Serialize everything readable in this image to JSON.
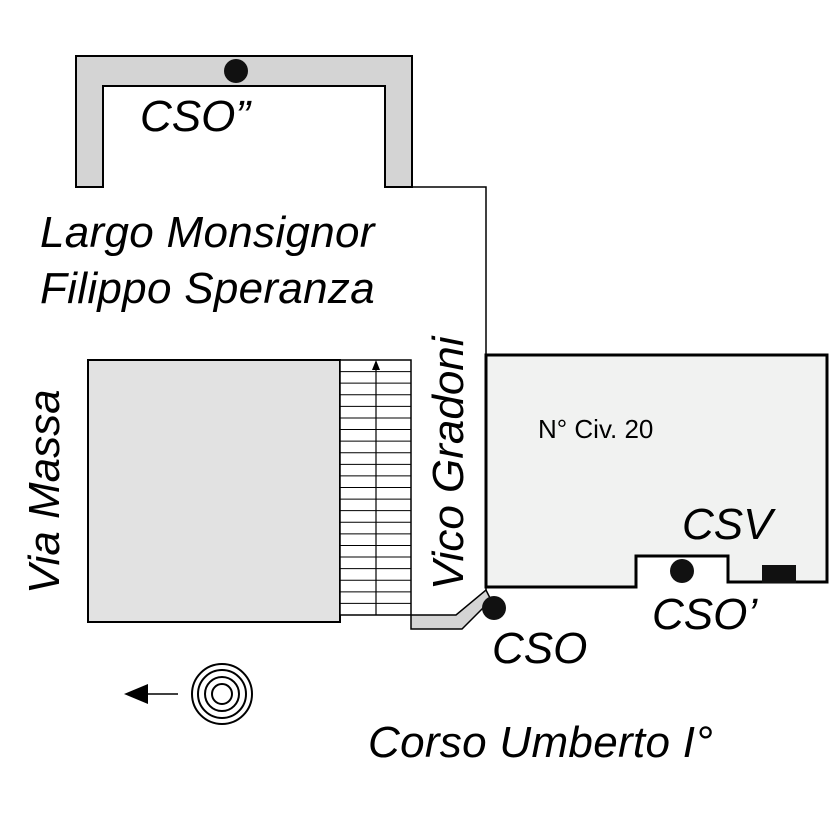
{
  "streets": {
    "largo_line1": "Largo Monsignor",
    "largo_line2": "Filippo Speranza",
    "via_massa": "Via Massa",
    "vico_gradoni": "Vico Gradoni",
    "corso": "Corso Umberto I°"
  },
  "building": {
    "civic_number": "N° Civ. 20"
  },
  "points": {
    "cso_top": "CSO”",
    "cso": "CSO",
    "cso_prime": "CSO’",
    "csv": "CSV"
  },
  "symbols": {
    "direction_arrow": "arrow-left-icon",
    "well": "concentric-circles-icon"
  },
  "colors": {
    "arch_fill": "#d4d4d4",
    "block_fill": "#e2e2e2",
    "building_fill": "#f1f2f1",
    "stroke": "#000000",
    "point_fill": "#111111"
  }
}
